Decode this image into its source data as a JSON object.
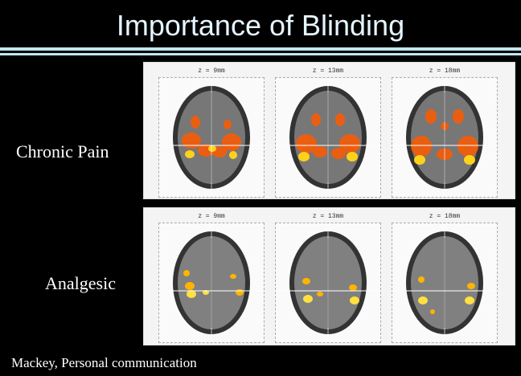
{
  "slide": {
    "title": "Importance of Blinding",
    "row_labels": [
      "Chronic Pain",
      "Analgesic"
    ],
    "credit": "Mackey, Personal communication",
    "slice_labels_top": [
      "z = 9mm",
      "z = 13mm",
      "z = 18mm"
    ],
    "slice_labels_bottom": [
      "z = 9mm",
      "z = 13mm",
      "z = 18mm"
    ]
  }
}
